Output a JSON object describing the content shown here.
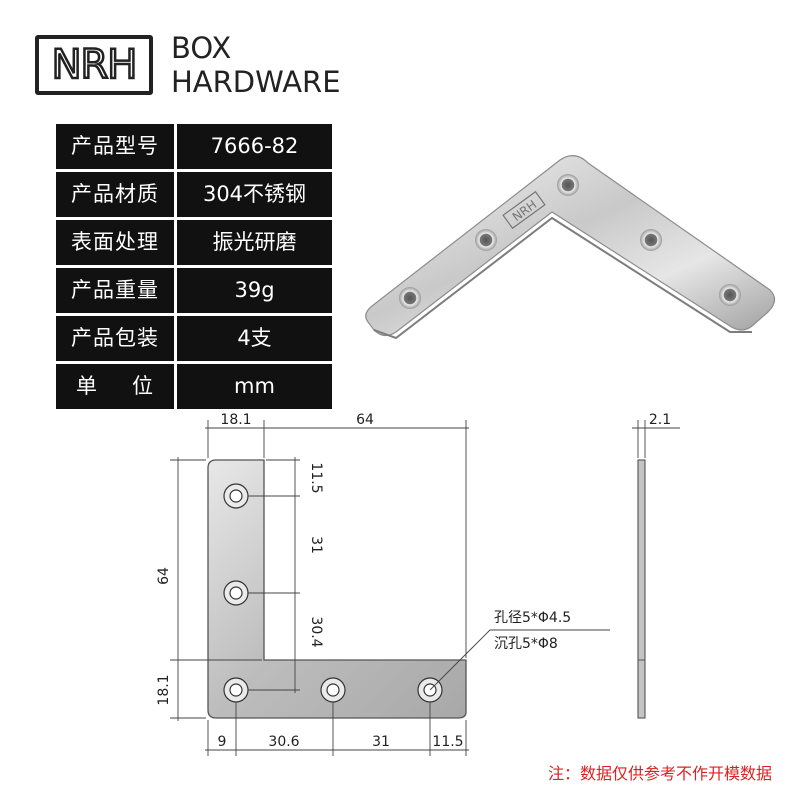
{
  "logo": {
    "mark": "NRH",
    "line1": "BOX",
    "line2": "HARDWARE"
  },
  "specs": [
    {
      "key": "产品型号",
      "value": "7666-82"
    },
    {
      "key": "产品材质",
      "value": "304不锈钢"
    },
    {
      "key": "表面处理",
      "value": "振光研磨"
    },
    {
      "key": "产品重量",
      "value": "39g"
    },
    {
      "key": "产品包装",
      "value": "4支"
    },
    {
      "key_left": "单",
      "key_right": "位",
      "value": "mm"
    }
  ],
  "dimensions": {
    "top_left": "18.1",
    "top_total": "64",
    "left_total": "64",
    "left_bottom": "18.1",
    "v_11_5": "11.5",
    "v_31": "31",
    "v_30_4": "30.4",
    "b_9": "9",
    "b_30_6": "30.6",
    "b_31": "31",
    "b_11_5": "11.5",
    "thickness": "2.1",
    "hole_note_1": "孔径5*Φ4.5",
    "hole_note_2": "沉孔5*Φ8"
  },
  "stamp": "NRH",
  "footnote": "注：数据仅供参考不作开模数据"
}
